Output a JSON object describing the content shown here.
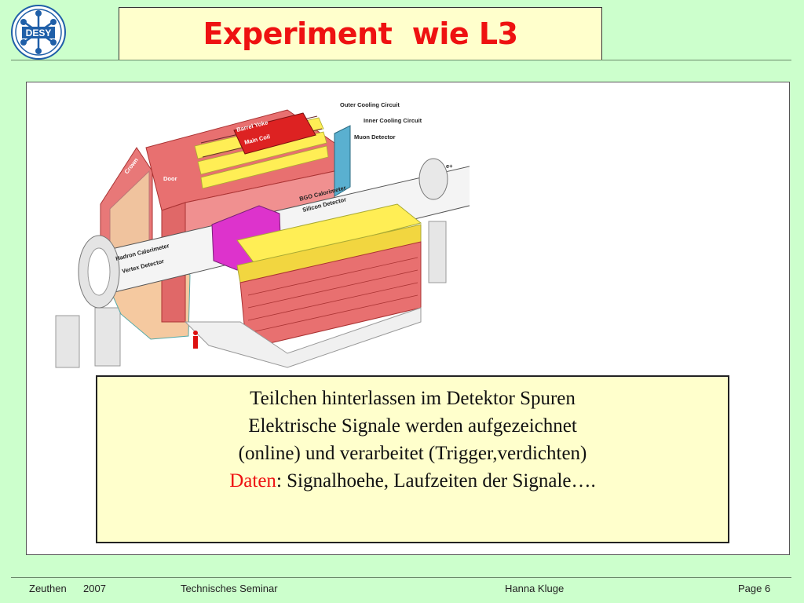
{
  "logo": {
    "text": "DESY"
  },
  "title": "Experiment  wie L3",
  "diagram_labels": {
    "outer_cooling": "Outer Cooling Circuit",
    "inner_cooling": "Inner Cooling Circuit",
    "muon_detector": "Muon Detector",
    "barrel_yoke": "Barrel Yoke",
    "main_coil": "Main Coil",
    "crown": "Crown",
    "door": "Door",
    "bgo": "BGO Calorimeter",
    "silicon": "Silicon Detector",
    "hadron": "Hadron Calorimeter",
    "vertex": "Vertex Detector",
    "eplus": "e+"
  },
  "text_box": {
    "line1": "Teilchen hinterlassen im Detektor Spuren",
    "line2": "Elektrische Signale werden aufgezeichnet",
    "line3": "(online) und verarbeitet (Trigger,verdichten)",
    "line4_red": "Daten",
    "line4_rest": ": Signalhoehe, Laufzeiten der Signale…."
  },
  "footer": {
    "place": "Zeuthen",
    "year": "2007",
    "event": "Technisches Seminar",
    "author": "Hanna Kluge",
    "page": "Page 6"
  }
}
